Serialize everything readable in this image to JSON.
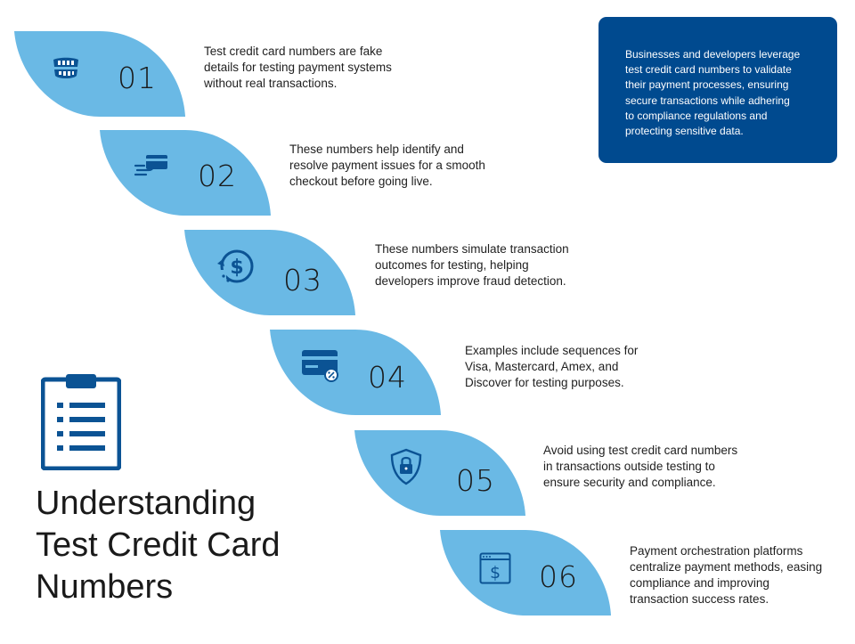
{
  "title": "Understanding\nTest Credit Card\nNumbers",
  "info_box": {
    "text": "Businesses and developers leverage\ntest credit card numbers to validate\ntheir payment processes, ensuring\nsecure transactions while adhering\nto compliance regulations and\nprotecting sensitive data."
  },
  "colors": {
    "leaf": "#6ab9e5",
    "icon": "#0b5394",
    "box": "#004a8f",
    "text": "#1a1a1a"
  },
  "steps": [
    {
      "number": "01",
      "icon": "teeth-icon",
      "text": "Test credit card numbers are fake\ndetails for testing payment systems\nwithout real transactions."
    },
    {
      "number": "02",
      "icon": "card-payment-hand-icon",
      "text": "These numbers help identify and\nresolve payment issues for a smooth\ncheckout before going live."
    },
    {
      "number": "03",
      "icon": "dollar-refresh-icon",
      "text": "These numbers simulate transaction\noutcomes for testing, helping\ndevelopers improve fraud detection."
    },
    {
      "number": "04",
      "icon": "discount-card-icon",
      "text": "Examples include sequences for\nVisa, Mastercard, Amex, and\nDiscover for testing purposes."
    },
    {
      "number": "05",
      "icon": "security-shield-lock-icon",
      "text": "Avoid using test credit card numbers\nin transactions outside testing to\nensure security and compliance."
    },
    {
      "number": "06",
      "icon": "dollar-browser-icon",
      "text": "Payment orchestration platforms\ncentralize payment methods, easing\ncompliance and improving\ntransaction success rates."
    }
  ]
}
